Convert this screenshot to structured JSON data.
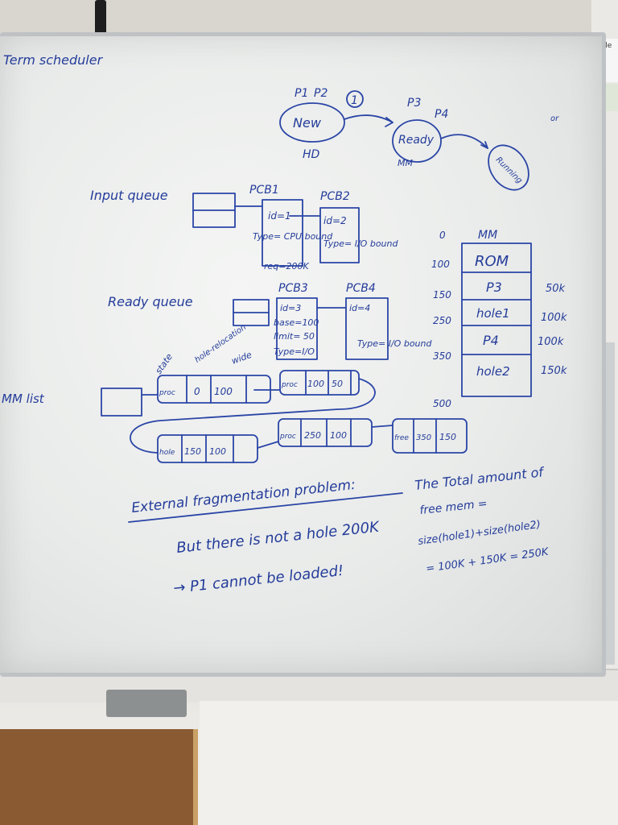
{
  "projector_text": "Eile",
  "title": "Term scheduler",
  "states": {
    "new_procs": [
      "P1",
      "P2"
    ],
    "new": "New",
    "new_sub": "HD",
    "marker": "1",
    "ready_procs": [
      "P3",
      "P4"
    ],
    "ready": "Ready",
    "ready_sub": "MM",
    "running": "Running",
    "side_note": "or"
  },
  "input_queue": {
    "label": "Input queue",
    "pcb1": {
      "title": "PCB1",
      "id": "id=1",
      "type": "Type= CPU bound",
      "req": "req=200K"
    },
    "pcb2": {
      "title": "PCB2",
      "id": "id=2",
      "type": "Type= I/O bound"
    }
  },
  "ready_queue": {
    "label": "Ready queue",
    "pcb3": {
      "title": "PCB3",
      "id": "id=3",
      "base": "base=100",
      "limit": "limit= 50",
      "type": "Type=I/O"
    },
    "pcb4": {
      "title": "PCB4",
      "id": "id=4",
      "type": "Type= I/O bound"
    }
  },
  "mm_list": {
    "label": "MM list",
    "headers": [
      "state",
      "hole-relocation",
      "wide"
    ],
    "nodes": [
      [
        "proc",
        "0",
        "100"
      ],
      [
        "proc",
        "100",
        "50"
      ],
      [
        "hole",
        "150",
        "100"
      ],
      [
        "proc",
        "250",
        "100"
      ],
      [
        "free",
        "350",
        "150"
      ]
    ]
  },
  "memory": {
    "title": "MM",
    "addresses": [
      "0",
      "100",
      "150",
      "250",
      "350",
      "500"
    ],
    "blocks": [
      {
        "label": "ROM",
        "size": ""
      },
      {
        "label": "P3",
        "size": "50k"
      },
      {
        "label": "hole1",
        "size": "100k"
      },
      {
        "label": "P4",
        "size": "100k"
      },
      {
        "label": "hole2",
        "size": "150k"
      }
    ]
  },
  "notes": {
    "problem": "External fragmentation problem:",
    "total_line1": "The Total amount of",
    "total_line2": "free mem =",
    "sum_line": "size(hole1)+size(hole2)",
    "result_line": "= 100K + 150K = 250K",
    "but_line": "But there is not a hole 200K",
    "conclusion": "→ P1 cannot be loaded!"
  }
}
